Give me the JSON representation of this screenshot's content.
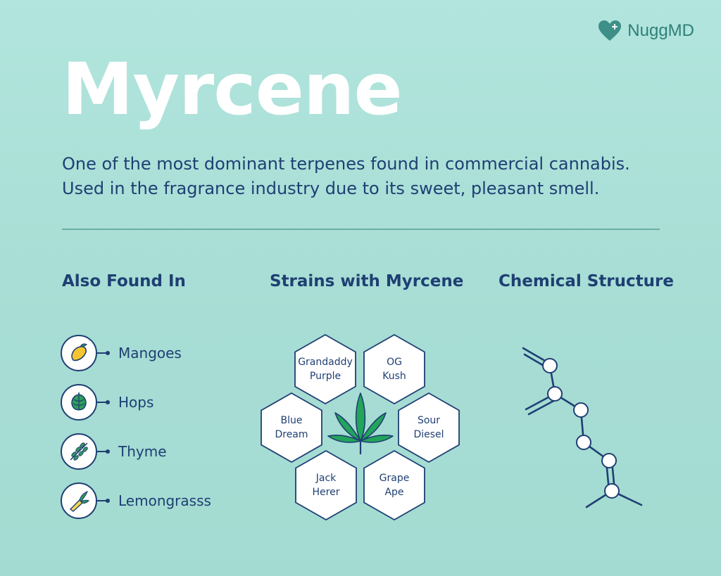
{
  "brand": {
    "name": "NuggMD",
    "icon": "heart-plus-icon",
    "color": "#2f7f79"
  },
  "title": "Myrcene",
  "description": "One of the most dominant terpenes found in commercial cannabis. Used in the fragrance industry due to its sweet, pleasant smell.",
  "sections": {
    "also_found_in": {
      "heading": "Also Found In",
      "items": [
        {
          "label": "Mangoes",
          "icon": "mango-icon"
        },
        {
          "label": "Hops",
          "icon": "hops-icon"
        },
        {
          "label": "Thyme",
          "icon": "thyme-icon"
        },
        {
          "label": "Lemongrasss",
          "icon": "lemongrass-icon"
        }
      ]
    },
    "strains": {
      "heading": "Strains with Myrcene",
      "items": [
        {
          "label": "Grandaddy\nPurple"
        },
        {
          "label": "OG\nKush"
        },
        {
          "label": "Blue\nDream"
        },
        {
          "label": "Sour\nDiesel"
        },
        {
          "label": "Jack\nHerer"
        },
        {
          "label": "Grape\nApe"
        }
      ],
      "center_icon": "cannabis-leaf-icon"
    },
    "chemical_structure": {
      "heading": "Chemical Structure",
      "icon": "myrcene-molecule-diagram"
    }
  },
  "colors": {
    "background": "#aae0d7",
    "navy": "#1f3f73",
    "title": "#ffffff",
    "leaf_green": "#22a45a",
    "mango_yellow": "#f5c531"
  }
}
